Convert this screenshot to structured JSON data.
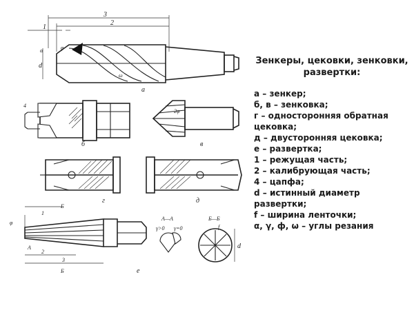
{
  "legend": {
    "title_line1": "Зенкеры, цековки, зенковки,",
    "title_line2": "развертки:",
    "items": [
      "а – зенкер;",
      "б, в – зенковка;",
      "г – односторонняя обратная цековка;",
      "д – двусторонняя цековка;",
      "е – развертка;",
      "1 – режущая часть;",
      "2 – калибрующая часть;",
      "4 – цапфа;",
      "d – истинный диаметр развертки;",
      "f – ширина ленточки;",
      "α, γ, ф, ω – углы резания"
    ]
  },
  "labels": {
    "fig_a": "а",
    "fig_b": "б",
    "fig_v": "в",
    "fig_g": "г",
    "fig_d": "д",
    "fig_e": "е",
    "dim_1": "1",
    "dim_2": "2",
    "dim_3": "3",
    "dim_4": "4",
    "dim_d": "d",
    "dim_f": "f",
    "angle_alpha": "α",
    "angle_omega": "ω",
    "angle_phi": "φ",
    "angle_2phi": "2φ",
    "section_AA": "А—А",
    "section_BB": "Б—Б",
    "gamma_0_left": "γ>0",
    "gamma_0_right": "γ=0",
    "mark_A": "А",
    "mark_B": "Б"
  }
}
